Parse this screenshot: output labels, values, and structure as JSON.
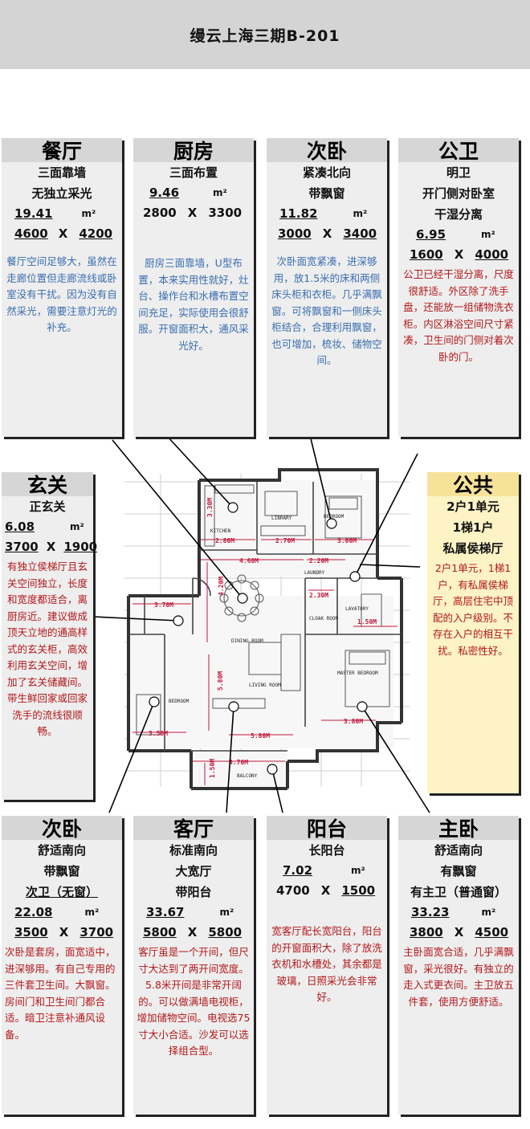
{
  "title": "缦云上海三期B-201",
  "rooms": {
    "dining": {
      "name": "餐厅",
      "features": [
        "三面靠墙",
        "无独立采光"
      ],
      "area": "19.41",
      "area_unit": "m²",
      "width": "4600",
      "times": "X",
      "depth": "4200",
      "desc": "餐厅空间足够大，虽然在走廊位置但走廊流线或卧室没有干扰。因为没有自然采光，需要注意灯光的补充。"
    },
    "kitchen": {
      "name": "厨房",
      "features": [
        "三面布置"
      ],
      "area": "9.46",
      "area_unit": "m²",
      "width": "2800",
      "times": "X",
      "depth": "3300",
      "desc": "厨房三面靠墙，U型布置，本来实用性就好，灶台、操作台和水槽布置空间充足，实际使用会很舒服。开窗面积大，通风采光好。"
    },
    "second_north": {
      "name": "次卧",
      "features": [
        "紧凑北向",
        "带飘窗"
      ],
      "area": "11.82",
      "area_unit": "m²",
      "width": "3000",
      "times": "X",
      "depth": "3400",
      "desc": "次卧面宽紧凑，进深够用，放1.5米的床和两侧床头柜和衣柜。几乎满飘窗。可将飘窗和一侧床头柜结合，合理利用飘窗，也可增加，梳妆、储物空间。"
    },
    "public_bath": {
      "name": "公卫",
      "features": [
        "明卫",
        "开门侧对卧室",
        "干湿分离"
      ],
      "area": "6.95",
      "area_unit": "m²",
      "width": "1600",
      "times": "X",
      "depth": "4000",
      "desc": "公卫已经干湿分离，尺度很舒适。外区除了洗手盘，还能放一组储物洗衣柜。内区淋浴空间尺寸紧凑，卫生间的门侧对着次卧的门。"
    },
    "entry": {
      "name": "玄关",
      "features": [
        "正玄关"
      ],
      "area": "6.08",
      "area_unit": "m²",
      "width": "3700",
      "times": "X",
      "depth": "1900",
      "desc": "有独立侯梯厅且玄关空间独立，长度和宽度都适合，离厨房近。建议做成顶天立地的通高样式的玄关柜，高效利用玄关空间，增加了玄关储藏间。带生鲜回家或回家洗手的流线很顺畅。"
    },
    "public": {
      "name": "公共",
      "features": [
        "2户1单元",
        "1梯1户",
        "私属侯梯厅"
      ],
      "desc": "2户1单元，1梯1户，有私属侯梯厅，高层住宅中顶配的入户级别。不存在入户的相互干扰。私密性好。"
    },
    "second_south": {
      "name": "次卧",
      "features": [
        "舒适南向",
        "带飘窗"
      ],
      "extra": "次卫（无窗）",
      "area": "22.08",
      "area_unit": "m²",
      "width": "3500",
      "times": "X",
      "depth": "3700",
      "desc": "次卧是套房，面宽适中，进深够用。有自己专用的三件套卫生间。大飘窗。房间门和卫生间门都合适。暗卫注意补通风设备。"
    },
    "living": {
      "name": "客厅",
      "features": [
        "标准南向",
        "大宽厅",
        "带阳台"
      ],
      "area": "33.67",
      "area_unit": "m²",
      "width": "5800",
      "times": "X",
      "depth": "5800",
      "desc": "客厅虽是一个开间，但尺寸大达到了两开间宽度。5.8米开间是非常开阔的。可以做满墙电视柜，增加储物空间。电视选75寸大小合适。沙发可以选择组合型。"
    },
    "balcony": {
      "name": "阳台",
      "features": [
        "长阳台"
      ],
      "area": "7.02",
      "area_unit": "m²",
      "width": "4700",
      "times": "X",
      "depth": "1500",
      "desc": "宽客厅配长宽阳台，阳台的开窗面积大，除了放洗衣机和水槽处，其余都是玻璃，日照采光会非常好。"
    },
    "master": {
      "name": "主卧",
      "features": [
        "舒适南向",
        "有飘窗"
      ],
      "extra": "有主卫（普通窗）",
      "area": "33.23",
      "area_unit": "m²",
      "width": "3800",
      "times": "X",
      "depth": "4500",
      "desc": "主卧面宽合适，几乎满飘窗，采光很好。有独立的走入式更衣间。主卫放五件套，使用方便舒适。"
    }
  },
  "plan": {
    "labels": {
      "kitchen": "KITCHEN",
      "library": "LIBRARY",
      "bedroom": "BEDROOM",
      "laundry": "LAUNDRY",
      "cloak_room": "CLOAK ROOM",
      "lavatory": "LAVATORY",
      "dining_room": "DINING ROOM",
      "living_room": "LIVING ROOM",
      "master_bedroom": "MASTER BEDROOM",
      "balcony": "BALCONY"
    },
    "dims": {
      "d280": "2.80M",
      "d270": "2.70M",
      "d300": "3.00M",
      "d460": "4.60M",
      "d220": "2.20M",
      "d370": "3.70M",
      "d420": "4.20M",
      "d230": "2.30M",
      "d150": "1.50M",
      "d580v": "5.80M",
      "d350": "3.50M",
      "d580h": "5.80M",
      "d470": "4.70M",
      "d380": "3.80M",
      "d150b": "1.50M",
      "d330": "3.30M"
    }
  },
  "colors": {
    "banner": "#d4d4d4",
    "panel": "#eeeeee",
    "panel_header": "#d6d6d6",
    "highlight_panel": "#fdf3c5",
    "highlight_header": "#f6e399",
    "desc_blue": "#3a6eb0",
    "desc_red": "#b3171a",
    "dimension": "#c0183c"
  }
}
